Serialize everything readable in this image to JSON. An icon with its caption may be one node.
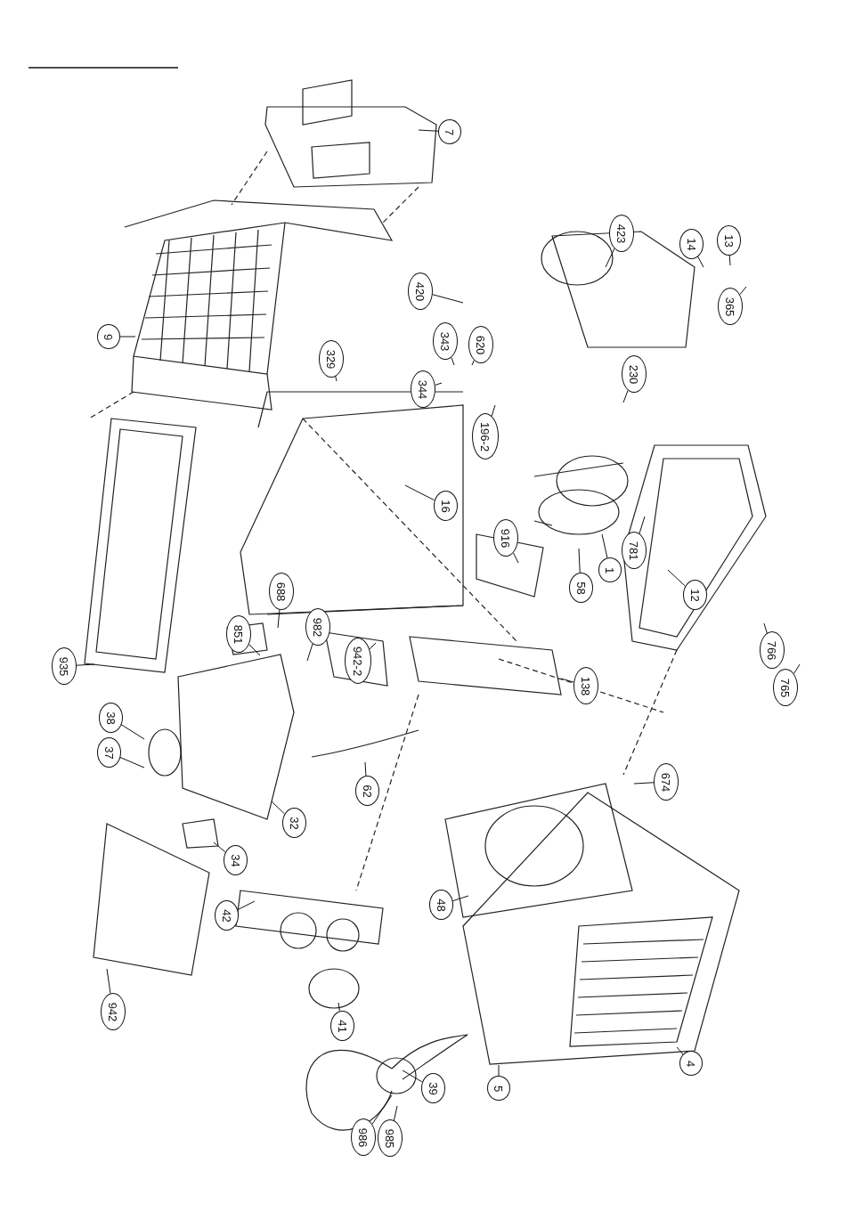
{
  "diagram": {
    "nodes": [
      {
        "text": [
          "7"
        ]
      },
      {
        "text": [
          "9"
        ]
      },
      {
        "text": [
          "423"
        ]
      },
      {
        "text": [
          "14"
        ]
      },
      {
        "text": [
          "13"
        ]
      },
      {
        "text": [
          "365"
        ]
      },
      {
        "text": [
          "420"
        ]
      },
      {
        "text": [
          "343"
        ]
      },
      {
        "text": [
          "620"
        ]
      },
      {
        "text": [
          "329"
        ]
      },
      {
        "text": [
          "344"
        ]
      },
      {
        "text": [
          "230"
        ]
      },
      {
        "text": [
          "196-2"
        ]
      },
      {
        "text": [
          "16"
        ]
      },
      {
        "text": [
          "916"
        ]
      },
      {
        "text": [
          "58"
        ]
      },
      {
        "text": [
          "1"
        ]
      },
      {
        "text": [
          "781"
        ]
      },
      {
        "text": [
          "12"
        ]
      },
      {
        "text": [
          "766"
        ]
      },
      {
        "text": [
          "765"
        ]
      },
      {
        "text": [
          "688"
        ]
      },
      {
        "text": [
          "982"
        ]
      },
      {
        "text": [
          "851"
        ]
      },
      {
        "text": [
          "942-2"
        ]
      },
      {
        "text": [
          "138"
        ]
      },
      {
        "text": [
          "935"
        ]
      },
      {
        "text": [
          "38"
        ]
      },
      {
        "text": [
          "37"
        ]
      },
      {
        "text": [
          "62"
        ]
      },
      {
        "text": [
          "32"
        ]
      },
      {
        "text": [
          "34"
        ]
      },
      {
        "text": [
          "674"
        ]
      },
      {
        "text": [
          "48"
        ]
      },
      {
        "text": [
          "42"
        ]
      },
      {
        "text": [
          "942"
        ]
      },
      {
        "text": [
          "41"
        ]
      },
      {
        "text": [
          "4"
        ]
      },
      {
        "text": [
          "5"
        ]
      },
      {
        "text": [
          "39"
        ]
      },
      {
        "text": [
          "986"
        ]
      },
      {
        "text": [
          "985"
        ]
      }
    ],
    "edges": [
      {
        "from": 0,
        "to": null,
        "arrow": "none"
      },
      {
        "from": 1,
        "to": null,
        "arrow": "none"
      },
      {
        "from": 2,
        "to": null,
        "arrow": "none"
      },
      {
        "from": 3,
        "to": null,
        "arrow": "none"
      },
      {
        "from": 4,
        "to": null,
        "arrow": "none"
      },
      {
        "from": 5,
        "to": null,
        "arrow": "none"
      },
      {
        "from": 6,
        "to": null,
        "arrow": "none"
      },
      {
        "from": 7,
        "to": null,
        "arrow": "none"
      },
      {
        "from": 8,
        "to": null,
        "arrow": "none"
      },
      {
        "from": 9,
        "to": null,
        "arrow": "none"
      },
      {
        "from": 10,
        "to": null,
        "arrow": "none"
      },
      {
        "from": 11,
        "to": null,
        "arrow": "none"
      },
      {
        "from": 12,
        "to": null,
        "arrow": "none"
      },
      {
        "from": 13,
        "to": null,
        "arrow": "none"
      },
      {
        "from": 14,
        "to": null,
        "arrow": "none"
      },
      {
        "from": 15,
        "to": null,
        "arrow": "none"
      },
      {
        "from": 16,
        "to": null,
        "arrow": "none"
      },
      {
        "from": 17,
        "to": null,
        "arrow": "none"
      },
      {
        "from": 18,
        "to": null,
        "arrow": "none"
      },
      {
        "from": 19,
        "to": null,
        "arrow": "none"
      },
      {
        "from": 20,
        "to": null,
        "arrow": "none"
      },
      {
        "from": 21,
        "to": null,
        "arrow": "none"
      },
      {
        "from": 22,
        "to": null,
        "arrow": "none"
      },
      {
        "from": 23,
        "to": null,
        "arrow": "none"
      },
      {
        "from": 24,
        "to": null,
        "arrow": "none"
      },
      {
        "from": 25,
        "to": null,
        "arrow": "none"
      },
      {
        "from": 26,
        "to": null,
        "arrow": "none"
      },
      {
        "from": 27,
        "to": null,
        "arrow": "none"
      },
      {
        "from": 28,
        "to": null,
        "arrow": "none"
      },
      {
        "from": 29,
        "to": null,
        "arrow": "none"
      },
      {
        "from": 30,
        "to": null,
        "arrow": "none"
      },
      {
        "from": 31,
        "to": null,
        "arrow": "none"
      },
      {
        "from": 32,
        "to": null,
        "arrow": "none"
      },
      {
        "from": 33,
        "to": null,
        "arrow": "none"
      },
      {
        "from": 34,
        "to": null,
        "arrow": "none"
      },
      {
        "from": 35,
        "to": null,
        "arrow": "none"
      },
      {
        "from": 36,
        "to": null,
        "arrow": "none"
      },
      {
        "from": 37,
        "to": null,
        "arrow": "none"
      },
      {
        "from": 38,
        "to": null,
        "arrow": "none"
      },
      {
        "from": 39,
        "to": null,
        "arrow": "none"
      },
      {
        "from": 40,
        "to": null,
        "arrow": "none"
      },
      {
        "from": 41,
        "to": null,
        "arrow": "none"
      }
    ]
  }
}
